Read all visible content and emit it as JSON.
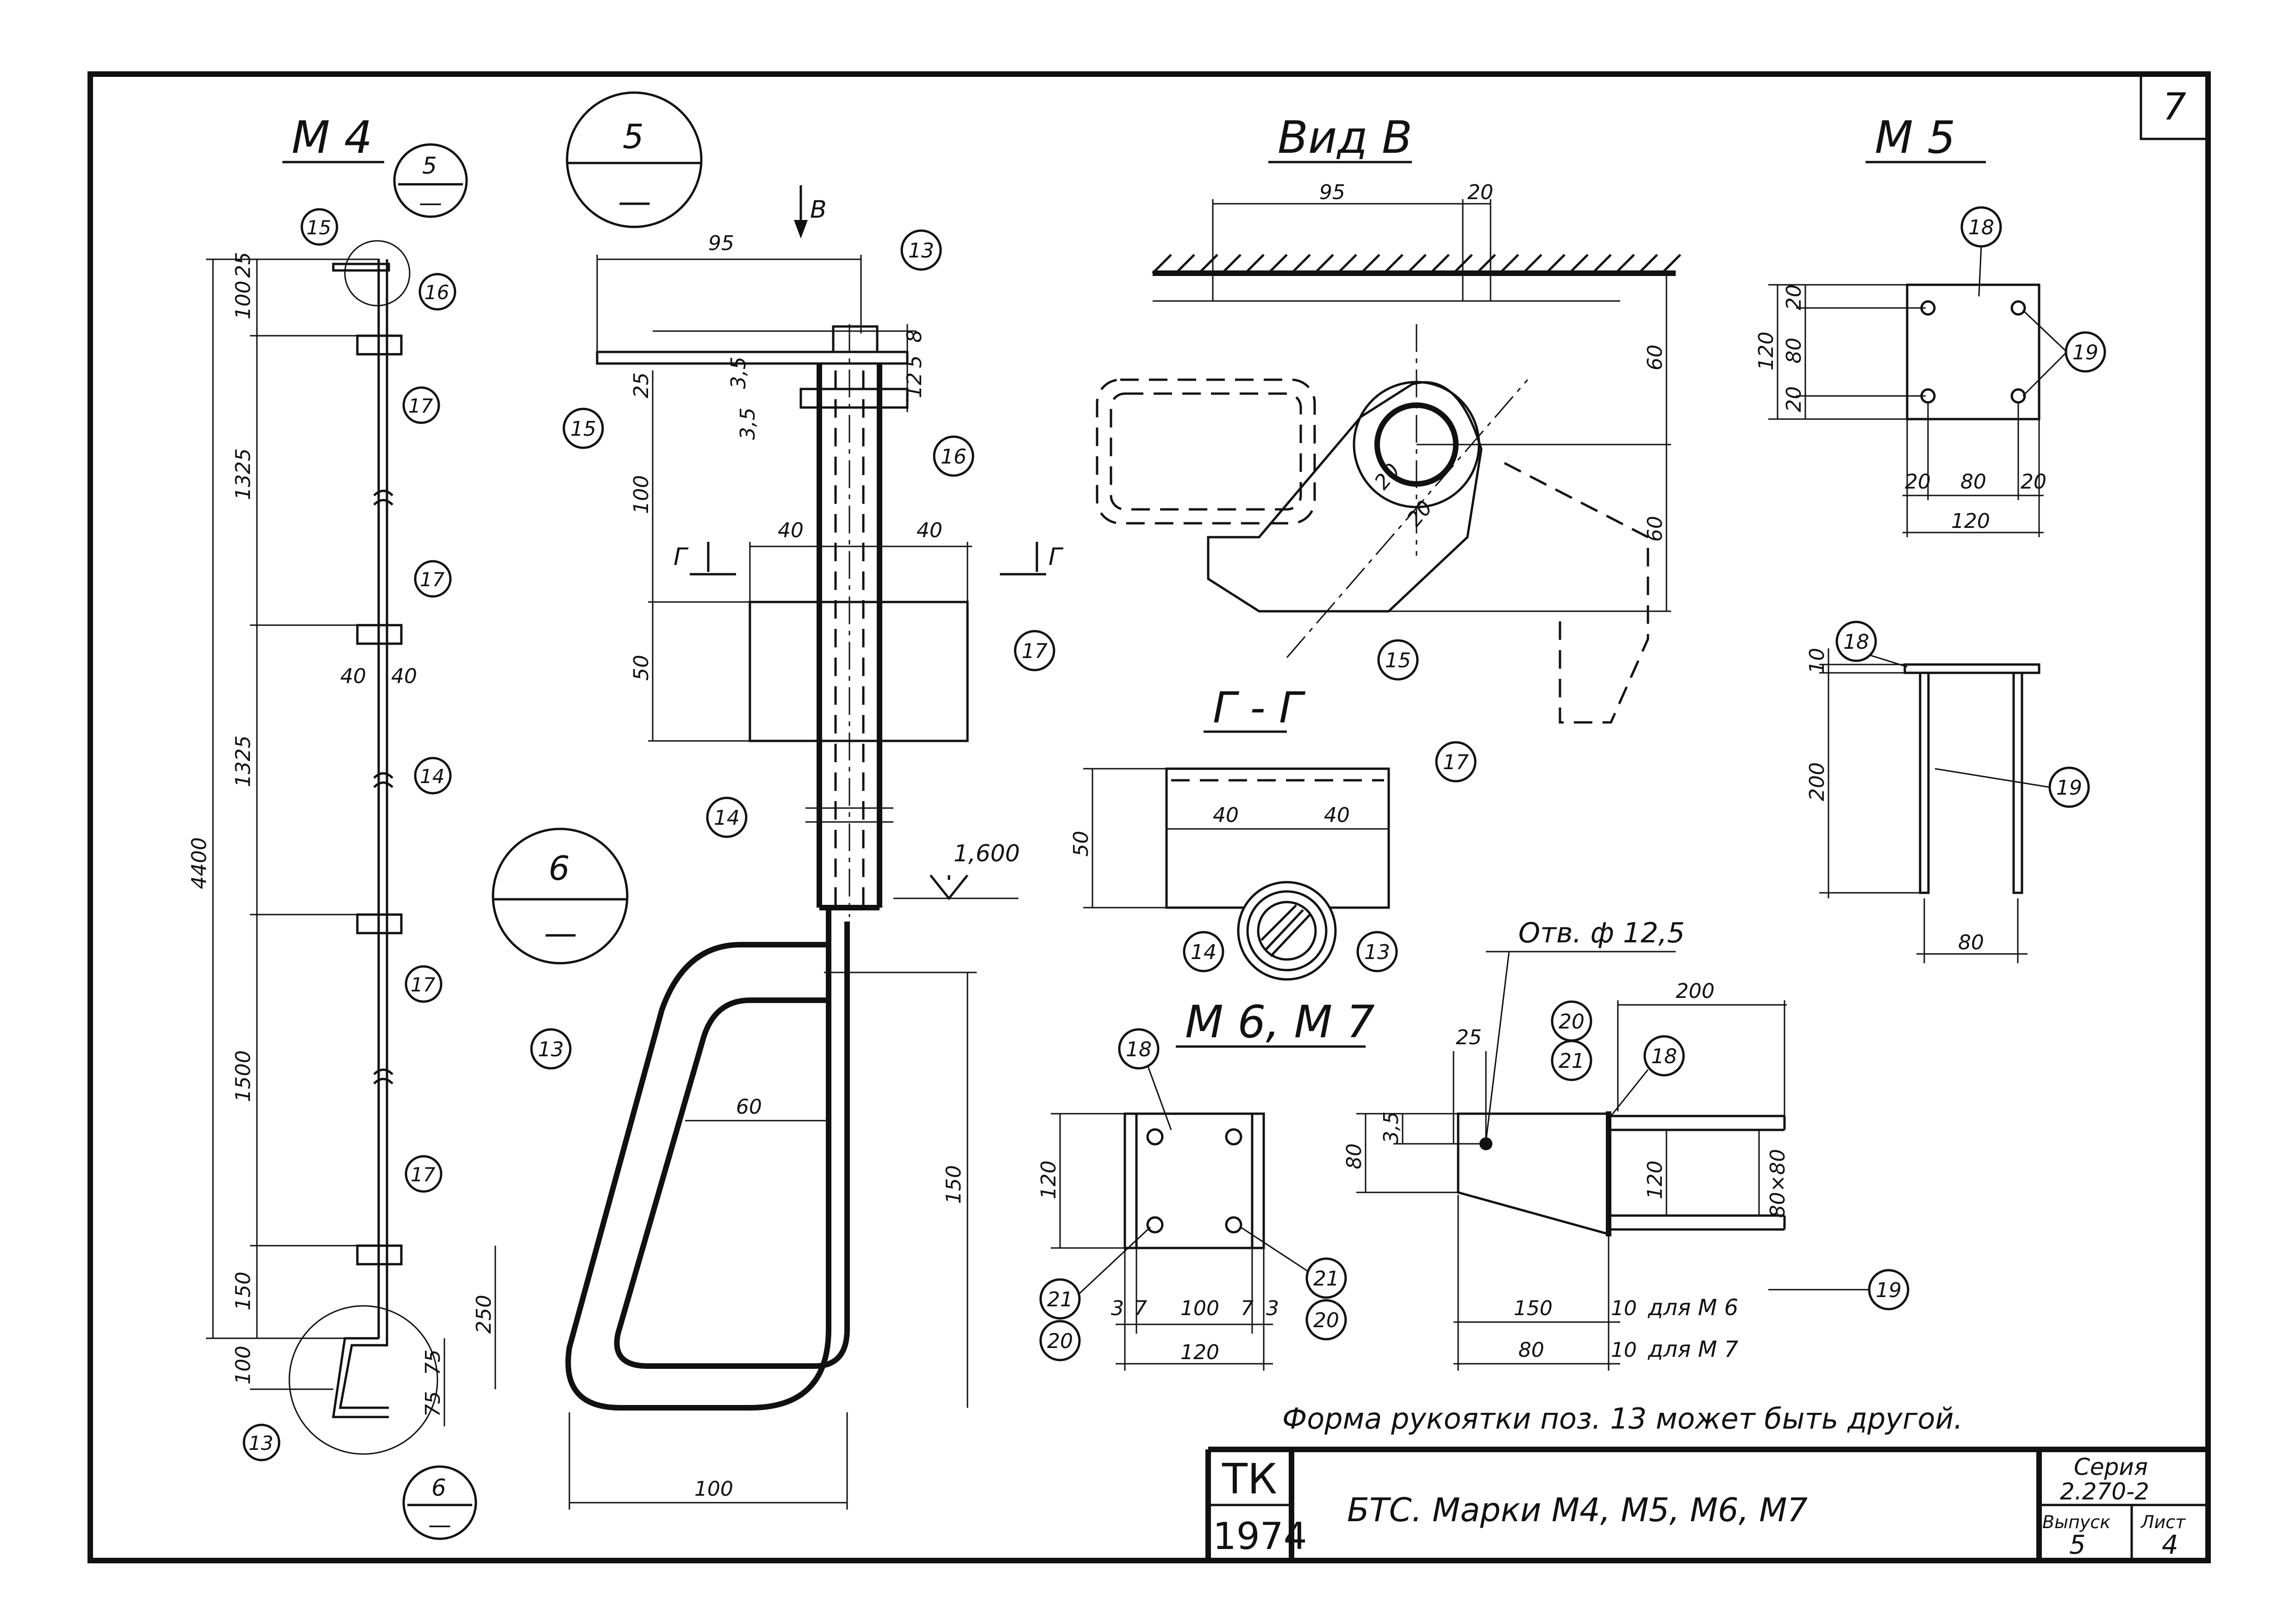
{
  "sheet": {
    "sheet_number": "7",
    "note": "Форма рукоятки поз. 13 может быть другой.",
    "hole_label": "Отв. ф 12,5"
  },
  "views": {
    "m4": "М 4",
    "m5": "М 5",
    "m6m7": "М 6, М 7",
    "vid_v": "Вид В",
    "section_gg": "Г - Г",
    "arrow_v": "В",
    "cut_g": "Г",
    "level": "1,600"
  },
  "callouts": {
    "node5": "5",
    "node6": "6",
    "dash": "—"
  },
  "positions": [
    "13",
    "14",
    "15",
    "16",
    "17",
    "18",
    "19",
    "20",
    "21"
  ],
  "dims": {
    "d25": "25",
    "d100": "100",
    "d1325": "1325",
    "d4400": "4400",
    "d1500": "1500",
    "d150": "150",
    "d250": "250",
    "d75": "75",
    "d40": "40",
    "d95": "95",
    "d35": "3,5",
    "d8": "8",
    "d5": "5",
    "d12": "12",
    "d50": "50",
    "d60": "60",
    "d20": "20",
    "d120": "120",
    "d80": "80",
    "d10": "10",
    "d200": "200",
    "d3": "3",
    "d7": "7",
    "d80x80": "80×80",
    "for_m6": "для М 6",
    "for_m7": "для М 7"
  },
  "title_block": {
    "org_top": "ТК",
    "org_bottom": "1974",
    "title": "БТС. Марки М4, М5, М6, М7",
    "series_label": "Серия",
    "series_value": "2.270-2",
    "issue_label": "Выпуск",
    "sheet_label": "Лист",
    "issue_value": "5",
    "sheet_value": "4"
  }
}
